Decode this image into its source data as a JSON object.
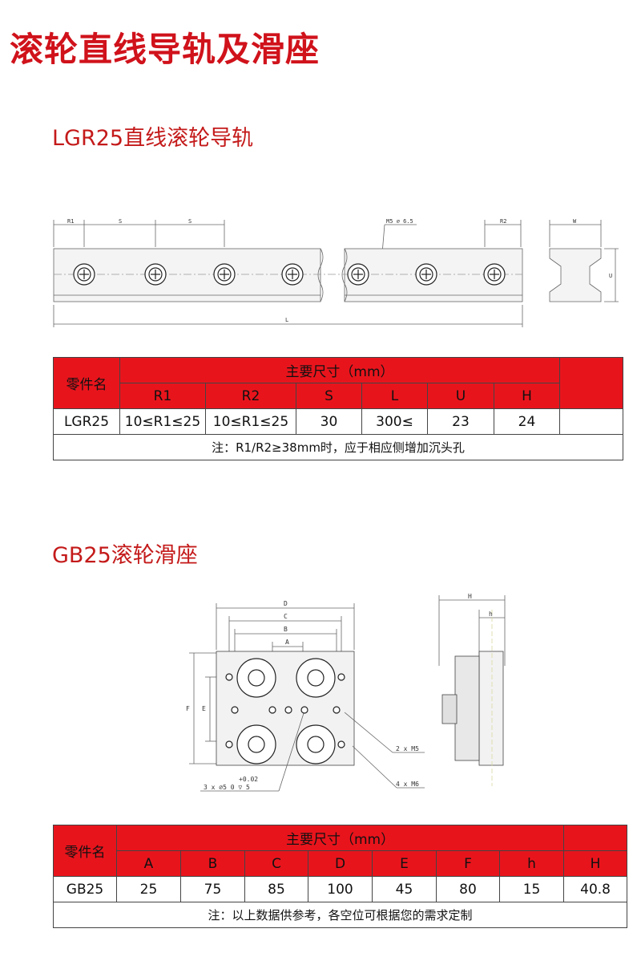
{
  "title": "滚轮直线导轨及滑座",
  "section1": {
    "title": "LGR25直线滚轮导轨",
    "drawing_labels": {
      "s1": "S",
      "s2": "S",
      "r1": "R1",
      "r2": "R2",
      "hole": "M5 ⌀ 6.5",
      "l": "L",
      "w": "W",
      "u": "U"
    },
    "table": {
      "part_header": "零件名",
      "group_header": "主要尺寸（mm）",
      "columns": [
        "R1",
        "R2",
        "S",
        "L",
        "U",
        "H"
      ],
      "row": [
        "LGR25",
        "10≤R1≤25",
        "10≤R1≤25",
        "30",
        "300≤",
        "23",
        "24"
      ],
      "note": "注：R1/R2≥38mm时，应于相应侧增加沉头孔"
    }
  },
  "section2": {
    "title": "GB25滚轮滑座",
    "drawing_labels": {
      "d": "D",
      "c": "C",
      "b": "B",
      "a": "A",
      "f": "F",
      "e": "E",
      "h_big": "H",
      "h_small": "h",
      "m5": "2 x M5",
      "m6": "4 x M6",
      "tol": "+0.02",
      "holes": "3 x ⌀5  0  ▽ 5"
    },
    "table": {
      "part_header": "零件名",
      "group_header": "主要尺寸（mm）",
      "columns": [
        "A",
        "B",
        "C",
        "D",
        "E",
        "F",
        "h",
        "H"
      ],
      "row": [
        "GB25",
        "25",
        "75",
        "85",
        "100",
        "45",
        "80",
        "15",
        "40.8"
      ],
      "note": "注：以上数据供参考，各空位可根据您的需求定制"
    }
  }
}
